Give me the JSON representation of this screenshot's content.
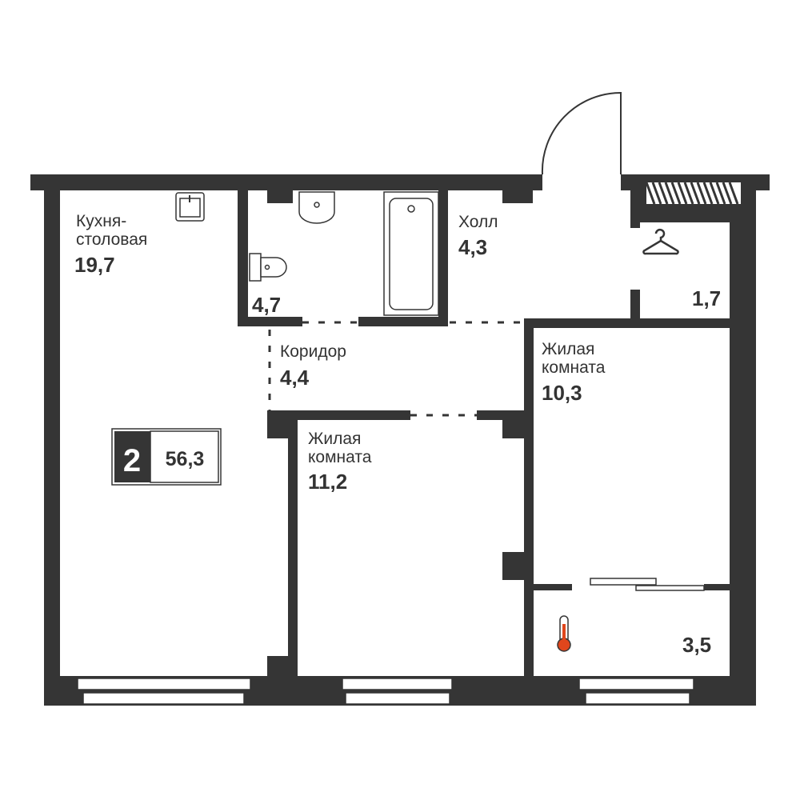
{
  "plan": {
    "rooms_count": "2",
    "total_area": "56,3",
    "rooms": [
      {
        "name": "Кухня-",
        "name2": "столовая",
        "area": "19,7"
      },
      {
        "name": "",
        "area": "4,7"
      },
      {
        "name": "Холл",
        "area": "4,3"
      },
      {
        "name": "",
        "area": "1,7"
      },
      {
        "name": "Коридор",
        "area": "4,4"
      },
      {
        "name": "Жилая",
        "name2": "комната",
        "area": "10,3"
      },
      {
        "name": "Жилая",
        "name2": "комната",
        "area": "11,2"
      },
      {
        "name": "",
        "area": "3,5"
      }
    ],
    "colors": {
      "wall": "#353535",
      "thermometer": "#e0461c"
    }
  }
}
